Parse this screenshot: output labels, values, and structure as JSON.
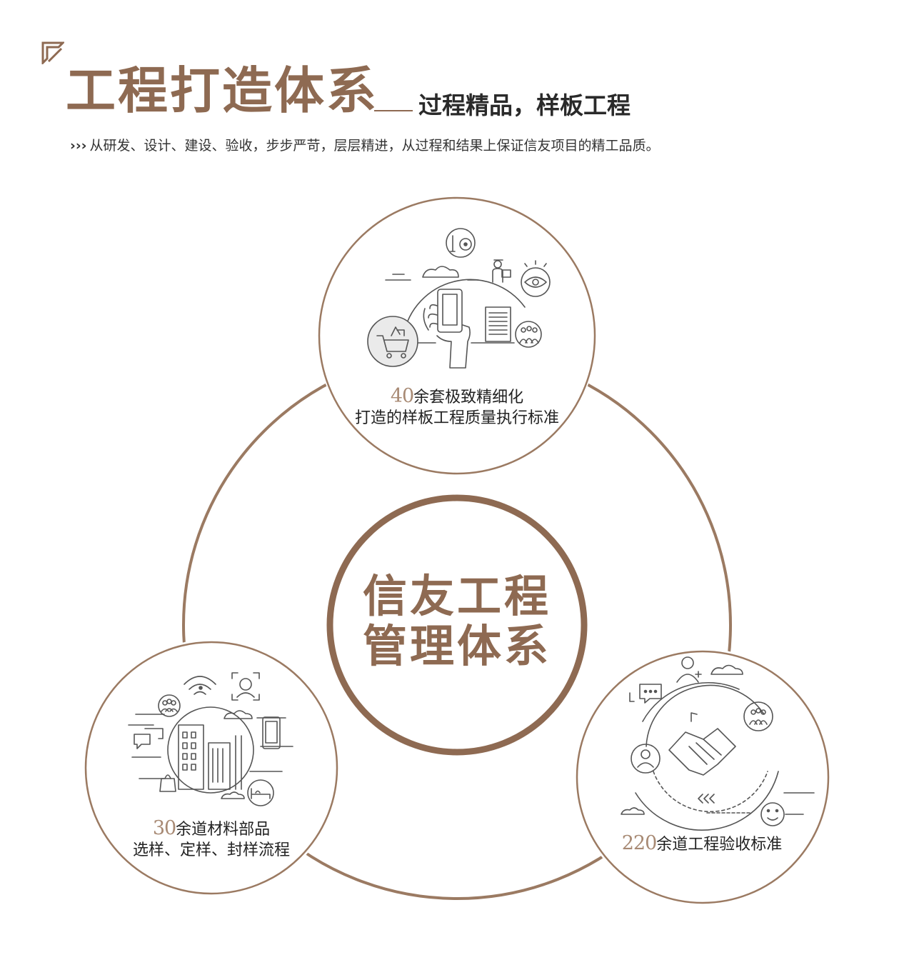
{
  "header": {
    "title": "工程打造体系",
    "subtitle": "过程精品，样板工程",
    "tagline_arrows": "›››",
    "tagline": "从研发、设计、建设、验收，步步严苛，层层精进，从过程和结果上保证信友项目的精工品质。"
  },
  "center": {
    "line1": "信友工程",
    "line2": "管理体系"
  },
  "nodes": {
    "top": {
      "number": "40",
      "line1": "余套极致精细化",
      "line2": "打造的样板工程质量执行标准"
    },
    "left": {
      "number": "30",
      "line1": "余道材料部品",
      "line2": "选样、定样、封样流程"
    },
    "right": {
      "number": "220",
      "line1": "余道工程验收标准"
    }
  },
  "colors": {
    "brand": "#8e6a52",
    "number": "#a88a74",
    "ring": "#9b7a62",
    "icon_stroke": "#555555"
  },
  "icons": {
    "top": [
      "vinyl-record-icon",
      "courier-icon",
      "eye-icon",
      "smartphone-hand-icon",
      "document-icon",
      "shopping-cart-icon",
      "team-icon",
      "cloud-icon"
    ],
    "left": [
      "wifi-icon",
      "face-scan-icon",
      "team-icon",
      "chat-bubble-icon",
      "city-buildings-icon",
      "smartphone-icon",
      "shopping-bag-icon",
      "hotel-bed-icon",
      "cloud-icon"
    ],
    "right": [
      "chat-bubble-icon",
      "add-user-icon",
      "team-icon",
      "handshake-icon",
      "user-icon",
      "smiley-icon",
      "cloud-icon",
      "rewind-icon"
    ]
  }
}
